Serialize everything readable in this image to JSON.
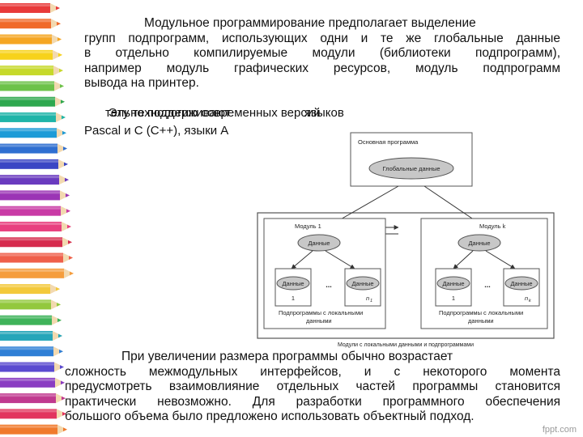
{
  "paragraph1": {
    "lines": [
      "Модульное программирование предполагает выделение",
      "групп подпрограмм, использующих одни и те же глобальные данные",
      "в отдельно компилируемые модули (библиотеки подпрограмм),",
      "например модуль графических ресурсов, модуль подпрограмм",
      "вывода на принтер."
    ]
  },
  "overlapping_text": {
    "layer_a": "тельно поддерживают",
    "layer_b": "Эту технологию современных версий",
    "layer_c": "языков",
    "line2": "Pascal и C (C++), языки A"
  },
  "diagram": {
    "main_program": "Основная программа",
    "global_data": "Глобальные данные",
    "module_left_title": "Модуль 1",
    "module_right_title": "Модуль k",
    "data_label": "Данные",
    "dots": "...",
    "sub_left_1": "1",
    "sub_left_n": "n",
    "sub_left_n_sub": "1",
    "sub_right_1": "1",
    "sub_right_n": "n",
    "sub_right_n_sub": "k",
    "local_caption_l1": "Подпрограммы с локальными",
    "local_caption_l2": "данными",
    "bottom_caption": "Модули с локальными данными и подпрограммами"
  },
  "paragraph2": {
    "lines": [
      "При увеличении размера программы обычно возрастает",
      "сложность межмодульных интерфейсов, и с некоторого момента",
      "предусмотреть взаимовлияние отдельных частей программы становится",
      "практически невозможно. Для разработки программного обеспечения",
      "большого объема было предложено использовать объектный подход."
    ]
  },
  "brand": "fppt.com",
  "colors": {
    "ellipse_fill": "#c7c7c7",
    "frame_stroke": "#666666"
  }
}
